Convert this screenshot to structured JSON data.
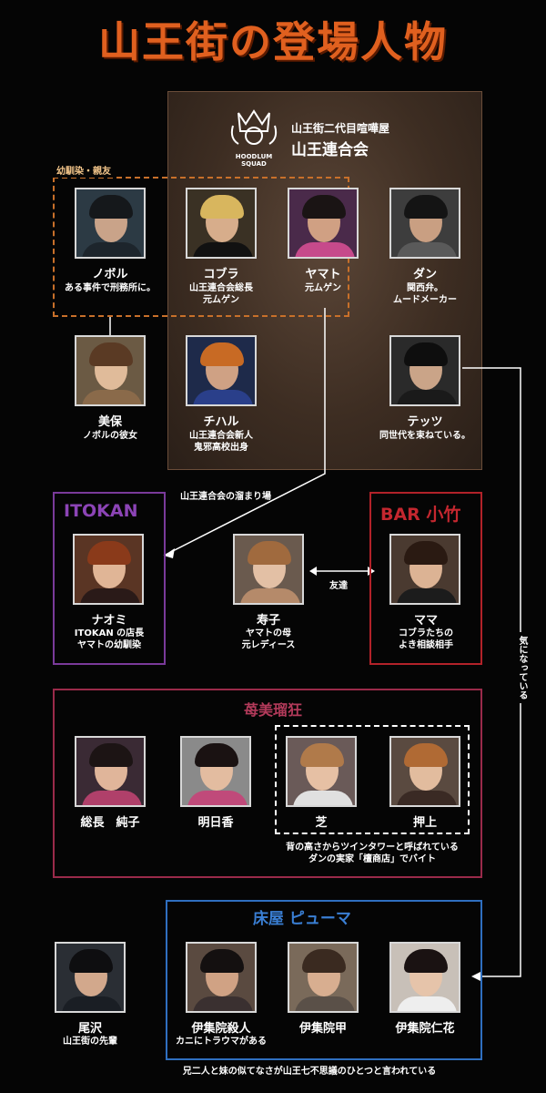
{
  "title": "山王街の登場人物",
  "sanno": {
    "emblem_text": "HOODLUM SQUAD",
    "subtitle": "山王街二代目喧嘩屋",
    "name": "山王連合会"
  },
  "childhood_label": "幼馴染・親友",
  "characters": [
    {
      "id": "noboru",
      "name": "ノボル",
      "desc": [
        "ある事件で刑務所に。"
      ]
    },
    {
      "id": "kobura",
      "name": "コブラ",
      "desc": [
        "山王連合会総長",
        "元ムゲン"
      ]
    },
    {
      "id": "yamato",
      "name": "ヤマト",
      "desc": [
        "元ムゲン"
      ]
    },
    {
      "id": "dan",
      "name": "ダン",
      "desc": [
        "関西弁。",
        "ムードメーカー"
      ]
    },
    {
      "id": "miho",
      "name": "美保",
      "desc": [
        "ノボルの彼女"
      ]
    },
    {
      "id": "chiharu",
      "name": "チハル",
      "desc": [
        "山王連合会新人",
        "鬼邪高校出身"
      ]
    },
    {
      "id": "tettsu",
      "name": "テッツ",
      "desc": [
        "同世代を束ねている。"
      ]
    },
    {
      "id": "naomi",
      "name": "ナオミ",
      "desc": [
        "ITOKAN の店長",
        "ヤマトの幼馴染"
      ]
    },
    {
      "id": "kotobuki",
      "name": "寿子",
      "desc": [
        "ヤマトの母",
        "元レディース"
      ]
    },
    {
      "id": "mama",
      "name": "ママ",
      "desc": [
        "コブラたちの",
        "よき相談相手"
      ]
    },
    {
      "id": "junko",
      "name": "総長　純子",
      "desc": []
    },
    {
      "id": "asuka",
      "name": "明日香",
      "desc": []
    },
    {
      "id": "shiba",
      "name": "芝",
      "desc": []
    },
    {
      "id": "oshiage",
      "name": "押上",
      "desc": []
    },
    {
      "id": "ozawa",
      "name": "尾沢",
      "desc": [
        "山王街の先輩"
      ]
    },
    {
      "id": "ijuin_satsujin",
      "name": "伊集院殺人",
      "desc": [
        "カニにトラウマがある"
      ]
    },
    {
      "id": "ijuin_kou",
      "name": "伊集院甲",
      "desc": []
    },
    {
      "id": "ijuin_nika",
      "name": "伊集院仁花",
      "desc": []
    }
  ],
  "places": {
    "itokan": "ITOKAN",
    "bar": "BAR 小竹",
    "gang": "苺美瑠狂",
    "tokoya": "床屋 ピューマ"
  },
  "notes": {
    "hangout": "山王連合会の溜まり場",
    "friends": "友達",
    "kininatteiru": "気になっている",
    "twin": [
      "背の高さからツインタワーと呼ばれている",
      "ダンの実家「檀商店」でバイト"
    ],
    "siblings": "兄二人と妹の似てなさが山王七不思議のひとつと言われている"
  },
  "colors": {
    "title": "#e0601f",
    "itokan": "#7a3a9a",
    "bar": "#b22229",
    "gang": "#9a2a4a",
    "tokoya": "#2f6fc0"
  }
}
